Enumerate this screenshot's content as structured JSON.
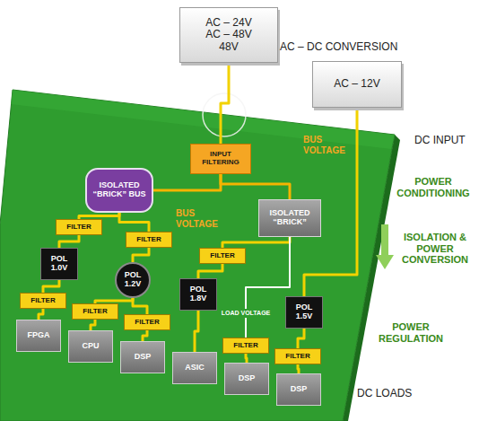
{
  "diagram": {
    "nodes": [
      {
        "text": [
          "AC – 24V AC – 48V 48V"
        ]
      },
      {
        "text": [
          "AC – 12V"
        ]
      },
      {
        "text": [
          "INPUT FILTERING"
        ]
      },
      {
        "text": [
          "ISOLATED “BRICK” BUS"
        ]
      },
      {
        "text": [
          "ISOLATED “BRICK”"
        ]
      },
      {
        "text": [
          "FILTER"
        ]
      },
      {
        "text": [
          "FILTER"
        ]
      },
      {
        "text": [
          "FILTER"
        ]
      },
      {
        "text": [
          "POL 1.0V"
        ]
      },
      {
        "text": [
          "POL 1.2V"
        ]
      },
      {
        "text": [
          "POL 1.8V"
        ]
      },
      {
        "text": [
          "POL 1.5V"
        ]
      },
      {
        "text": [
          "FILTER"
        ]
      },
      {
        "text": [
          "FILTER"
        ]
      },
      {
        "text": [
          "FILTER"
        ]
      },
      {
        "text": [
          "FILTER"
        ]
      },
      {
        "text": [
          "FILTER"
        ]
      },
      {
        "text": [
          "FPGA"
        ]
      },
      {
        "text": [
          "CPU"
        ]
      },
      {
        "text": [
          "DSP"
        ]
      },
      {
        "text": [
          "ASIC"
        ]
      },
      {
        "text": [
          "DSP"
        ]
      },
      {
        "text": [
          "DSP"
        ]
      }
    ],
    "edges": [
      {
        "from": 0,
        "to": 2,
        "arrow": "none"
      },
      {
        "from": 1,
        "to": 11,
        "arrow": "none"
      },
      {
        "from": 2,
        "to": 3,
        "arrow": "none"
      },
      {
        "from": 2,
        "to": 4,
        "arrow": "none"
      },
      {
        "from": 3,
        "to": 5,
        "arrow": "none"
      },
      {
        "from": 3,
        "to": 6,
        "arrow": "none"
      },
      {
        "from": 4,
        "to": 7,
        "arrow": "none"
      },
      {
        "from": 4,
        "to": 15,
        "arrow": "none"
      },
      {
        "from": 5,
        "to": 8,
        "arrow": "none"
      },
      {
        "from": 6,
        "to": 9,
        "arrow": "none"
      },
      {
        "from": 7,
        "to": 10,
        "arrow": "none"
      },
      {
        "from": 8,
        "to": 12,
        "arrow": "none"
      },
      {
        "from": 9,
        "to": 13,
        "arrow": "none"
      },
      {
        "from": 9,
        "to": 14,
        "arrow": "none"
      },
      {
        "from": 10,
        "to": 20,
        "arrow": "none"
      },
      {
        "from": 15,
        "to": 21,
        "arrow": "none"
      },
      {
        "from": 11,
        "to": 16,
        "arrow": "none"
      },
      {
        "from": 16,
        "to": 22,
        "arrow": "none"
      },
      {
        "from": 12,
        "to": 17,
        "arrow": "none"
      },
      {
        "from": 13,
        "to": 18,
        "arrow": "none"
      },
      {
        "from": 14,
        "to": 19,
        "arrow": "none"
      }
    ],
    "labels": [
      "AC – DC CONVERSION",
      "DC INPUT",
      "BUS VOLTAGE",
      "POWER CONDITIONING",
      "BUS VOLTAGE",
      "ISOLATION & POWER CONVERSION",
      "LOAD VOLTAGE",
      "POWER REGULATION",
      "DC LOADS"
    ]
  }
}
